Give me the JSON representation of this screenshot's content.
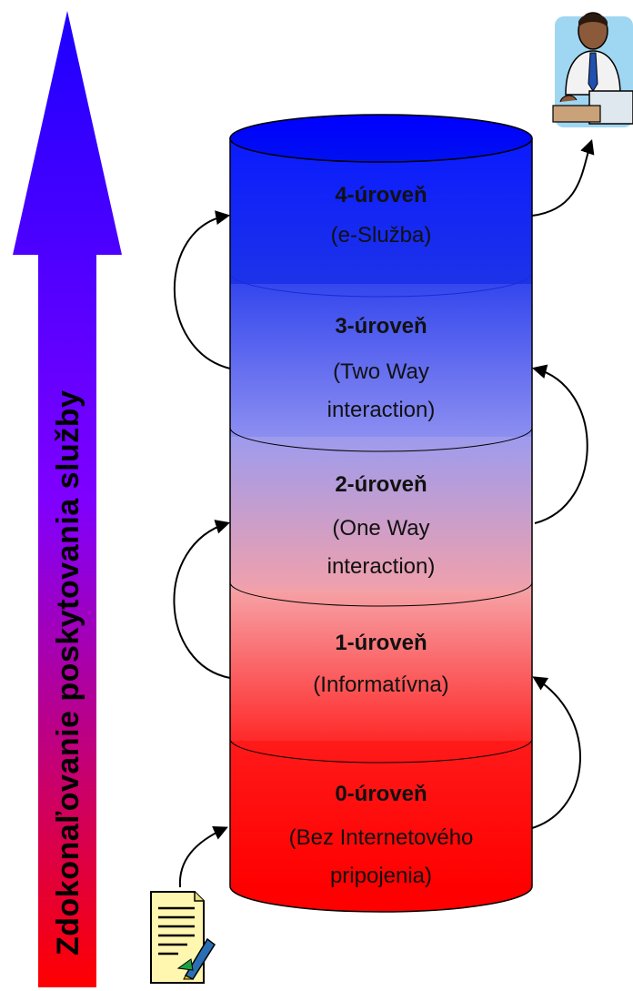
{
  "axis": {
    "label": "Zdokonaľovanie poskytovania služby",
    "colors": [
      "#ff0000",
      "#7f00ff",
      "#0000ff"
    ]
  },
  "levels": [
    {
      "title": "4-úroveň",
      "lines": [
        "(e-Služba)"
      ],
      "color": "#0c1ff2"
    },
    {
      "title": "3-úroveň",
      "lines": [
        "(Two Way",
        "interaction)"
      ],
      "color": "#5b68ec"
    },
    {
      "title": "2-úroveň",
      "lines": [
        "(One Way",
        "interaction)"
      ],
      "color": "#c4a0d6"
    },
    {
      "title": "1-úroveň",
      "lines": [
        "(Informatívna)"
      ],
      "color": "#f06a72"
    },
    {
      "title": "0-úroveň",
      "lines": [
        "(Bez Internetového",
        "pripojenia)"
      ],
      "color": "#ff1010"
    }
  ],
  "icons": {
    "start": "document-icon",
    "end": "user-at-computer-icon"
  }
}
